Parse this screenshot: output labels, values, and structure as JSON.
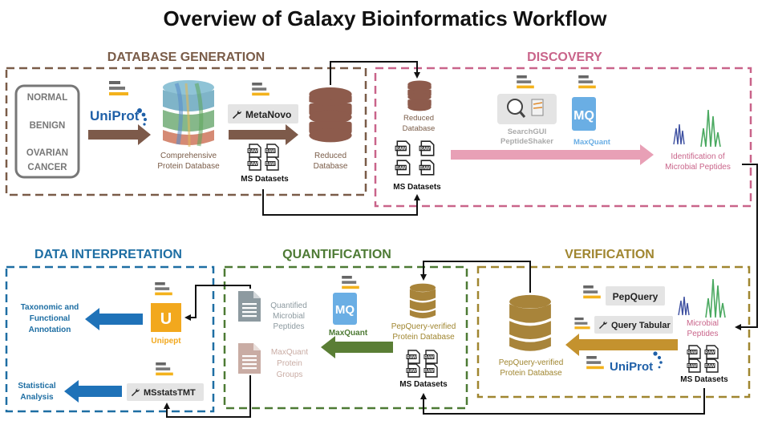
{
  "title": "Overview of Galaxy Bioinformatics Workflow",
  "colors": {
    "database_generation": "#7a5c48",
    "discovery": "#c9648a",
    "verification": "#a08630",
    "quantification": "#4d7a34",
    "data_interpretation": "#1e6ea3",
    "arrow_black": "#111111",
    "arrow_brown": "#7d5a4a",
    "arrow_pink": "#e8a0b6",
    "arrow_gold": "#c4922e",
    "arrow_green": "#5a7e35",
    "arrow_blue": "#1f72b8",
    "db_brown": "#8d5b4c",
    "db_gold": "#a8843a",
    "mq_blue": "#6aaee4",
    "unipept_gold": "#f2a81d",
    "uniprot_blue": "#1f60a8"
  },
  "sections": {
    "database_generation": {
      "label": "DATABASE GENERATION",
      "samples": [
        "NORMAL",
        "BENIGN",
        "OVARIAN",
        "CANCER"
      ],
      "uniprot": "UniProt",
      "comprehensive_db": [
        "Comprehensive",
        "Protein Database"
      ],
      "tool": "MetaNovo",
      "ms_datasets": "MS Datasets",
      "reduced_db": [
        "Reduced",
        "Database"
      ]
    },
    "discovery": {
      "label": "DISCOVERY",
      "reduced_db": [
        "Reduced",
        "Database"
      ],
      "ms_datasets": "MS Datasets",
      "searchgui": [
        "SearchGUI",
        "PeptideShaker"
      ],
      "maxquant": "MaxQuant",
      "result": [
        "Identification of",
        "Microbial Peptides"
      ]
    },
    "verification": {
      "label": "VERIFICATION",
      "pepquery": "PepQuery",
      "query_tabular": "Query Tabular",
      "uniprot": "UniProt",
      "microbial_peptides": [
        "Microbial",
        "Peptides"
      ],
      "ms_datasets": "MS Datasets",
      "db": [
        "PepQuery-verified",
        "Protein Database"
      ]
    },
    "quantification": {
      "label": "QUANTIFICATION",
      "maxquant": "MaxQuant",
      "db": [
        "PepQuery-verified",
        "Protein Database"
      ],
      "ms_datasets": "MS Datasets",
      "quantified": [
        "Quantified",
        "Microbial",
        "Peptides"
      ],
      "protein_groups": [
        "MaxQuant",
        "Protein",
        "Groups"
      ]
    },
    "data_interpretation": {
      "label": "DATA INTERPRETATION",
      "unipept": "Unipept",
      "unipept_letter": "U",
      "taxonomic": [
        "Taxonomic and",
        "Functional",
        "Annotation"
      ],
      "msstats": "MSstatsTMT",
      "statistical": [
        "Statistical",
        "Analysis"
      ]
    }
  },
  "raw_label": "RAW",
  "mq_letters": "MQ"
}
